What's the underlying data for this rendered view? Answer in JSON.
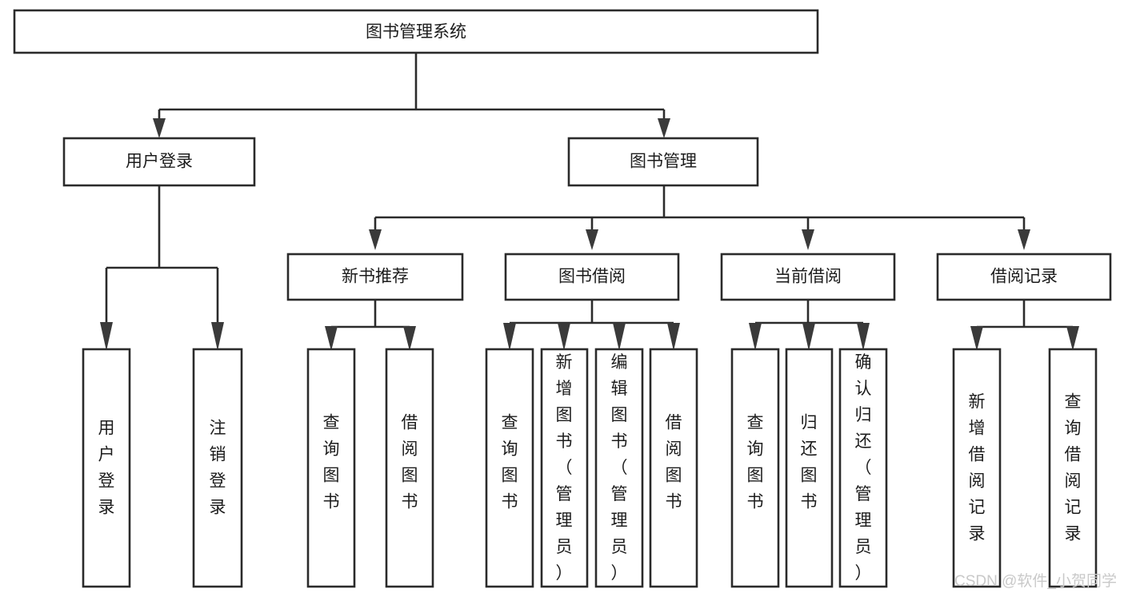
{
  "diagram": {
    "title": "图书管理系统",
    "type": "tree-hierarchy",
    "root": {
      "label": "图书管理系统",
      "orientation": "horizontal"
    },
    "level2": [
      {
        "label": "用户登录",
        "orientation": "horizontal"
      },
      {
        "label": "图书管理",
        "orientation": "horizontal"
      }
    ],
    "level3": [
      {
        "label": "新书推荐",
        "orientation": "horizontal",
        "parent": "图书管理"
      },
      {
        "label": "图书借阅",
        "orientation": "horizontal",
        "parent": "图书管理"
      },
      {
        "label": "当前借阅",
        "orientation": "horizontal",
        "parent": "图书管理"
      },
      {
        "label": "借阅记录",
        "orientation": "horizontal",
        "parent": "图书管理"
      }
    ],
    "leaves": {
      "user_login": [
        {
          "label": "用户登录",
          "orientation": "vertical"
        },
        {
          "label": "注销登录",
          "orientation": "vertical"
        }
      ],
      "new_book_recommend": [
        {
          "label": "查询图书",
          "orientation": "vertical"
        },
        {
          "label": "借阅图书",
          "orientation": "vertical"
        }
      ],
      "book_borrow": [
        {
          "label": "查询图书",
          "orientation": "vertical"
        },
        {
          "label": "新增图书（管理员）",
          "orientation": "vertical"
        },
        {
          "label": "编辑图书（管理员）",
          "orientation": "vertical"
        },
        {
          "label": "借阅图书",
          "orientation": "vertical"
        }
      ],
      "current_borrow": [
        {
          "label": "查询图书",
          "orientation": "vertical"
        },
        {
          "label": "归还图书",
          "orientation": "vertical"
        },
        {
          "label": "确认归还（管理员）",
          "orientation": "vertical"
        }
      ],
      "borrow_record": [
        {
          "label": "新增借阅记录",
          "orientation": "vertical"
        },
        {
          "label": "查询借阅记录",
          "orientation": "vertical"
        }
      ]
    },
    "watermark": "CSDN @软件_小贺同学",
    "colors": {
      "background": "#ffffff",
      "box_stroke": "#2b2b2b",
      "box_fill": "#ffffff",
      "connector": "#2b2b2b",
      "arrow": "#3a3a3a",
      "label_text": "#1c1c1c",
      "watermark_text": "#c9c9c9"
    }
  }
}
